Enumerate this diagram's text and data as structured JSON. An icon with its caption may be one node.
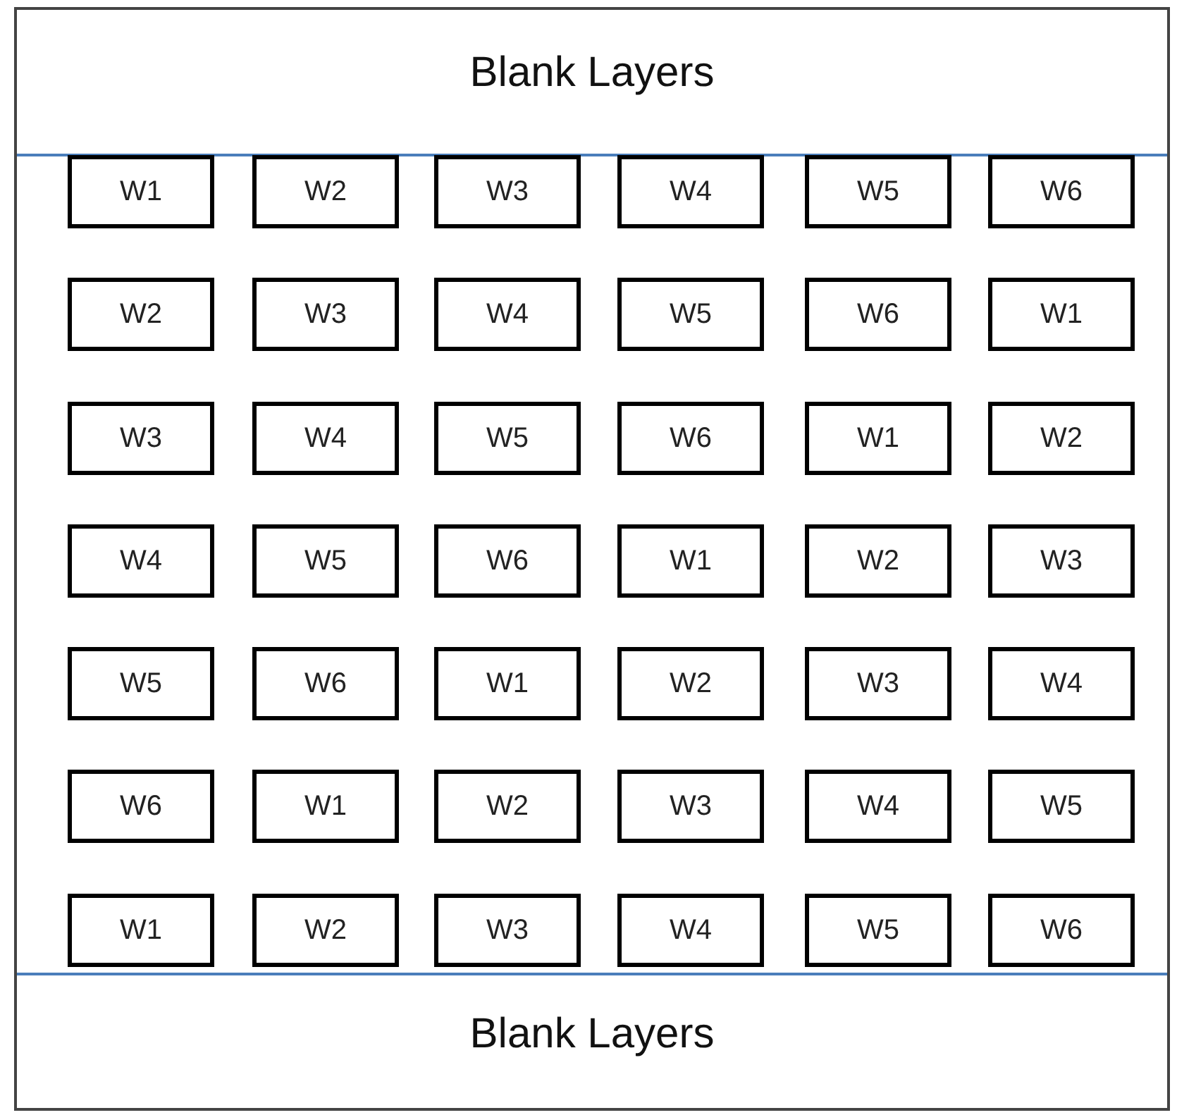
{
  "diagram": {
    "nodes": [
      {
        "text": [
          "W1"
        ]
      },
      {
        "text": [
          "W2"
        ]
      },
      {
        "text": [
          "W3"
        ]
      },
      {
        "text": [
          "W4"
        ]
      },
      {
        "text": [
          "W5"
        ]
      },
      {
        "text": [
          "W6"
        ]
      },
      {
        "text": [
          "W2"
        ]
      },
      {
        "text": [
          "W3"
        ]
      },
      {
        "text": [
          "W4"
        ]
      },
      {
        "text": [
          "W5"
        ]
      },
      {
        "text": [
          "W6"
        ]
      },
      {
        "text": [
          "W1"
        ]
      },
      {
        "text": [
          "W3"
        ]
      },
      {
        "text": [
          "W4"
        ]
      },
      {
        "text": [
          "W5"
        ]
      },
      {
        "text": [
          "W6"
        ]
      },
      {
        "text": [
          "W1"
        ]
      },
      {
        "text": [
          "W2"
        ]
      },
      {
        "text": [
          "W4"
        ]
      },
      {
        "text": [
          "W5"
        ]
      },
      {
        "text": [
          "W6"
        ]
      },
      {
        "text": [
          "W1"
        ]
      },
      {
        "text": [
          "W2"
        ]
      },
      {
        "text": [
          "W3"
        ]
      },
      {
        "text": [
          "W5"
        ]
      },
      {
        "text": [
          "W6"
        ]
      },
      {
        "text": [
          "W1"
        ]
      },
      {
        "text": [
          "W2"
        ]
      },
      {
        "text": [
          "W3"
        ]
      },
      {
        "text": [
          "W4"
        ]
      },
      {
        "text": [
          "W6"
        ]
      },
      {
        "text": [
          "W1"
        ]
      },
      {
        "text": [
          "W2"
        ]
      },
      {
        "text": [
          "W3"
        ]
      },
      {
        "text": [
          "W4"
        ]
      },
      {
        "text": [
          "W5"
        ]
      },
      {
        "text": [
          "W1"
        ]
      },
      {
        "text": [
          "W2"
        ]
      },
      {
        "text": [
          "W3"
        ]
      },
      {
        "text": [
          "W4"
        ]
      },
      {
        "text": [
          "W5"
        ]
      },
      {
        "text": [
          "W6"
        ]
      }
    ],
    "edges": [],
    "labels": [
      "Blank Layers",
      "Blank Layers"
    ]
  }
}
